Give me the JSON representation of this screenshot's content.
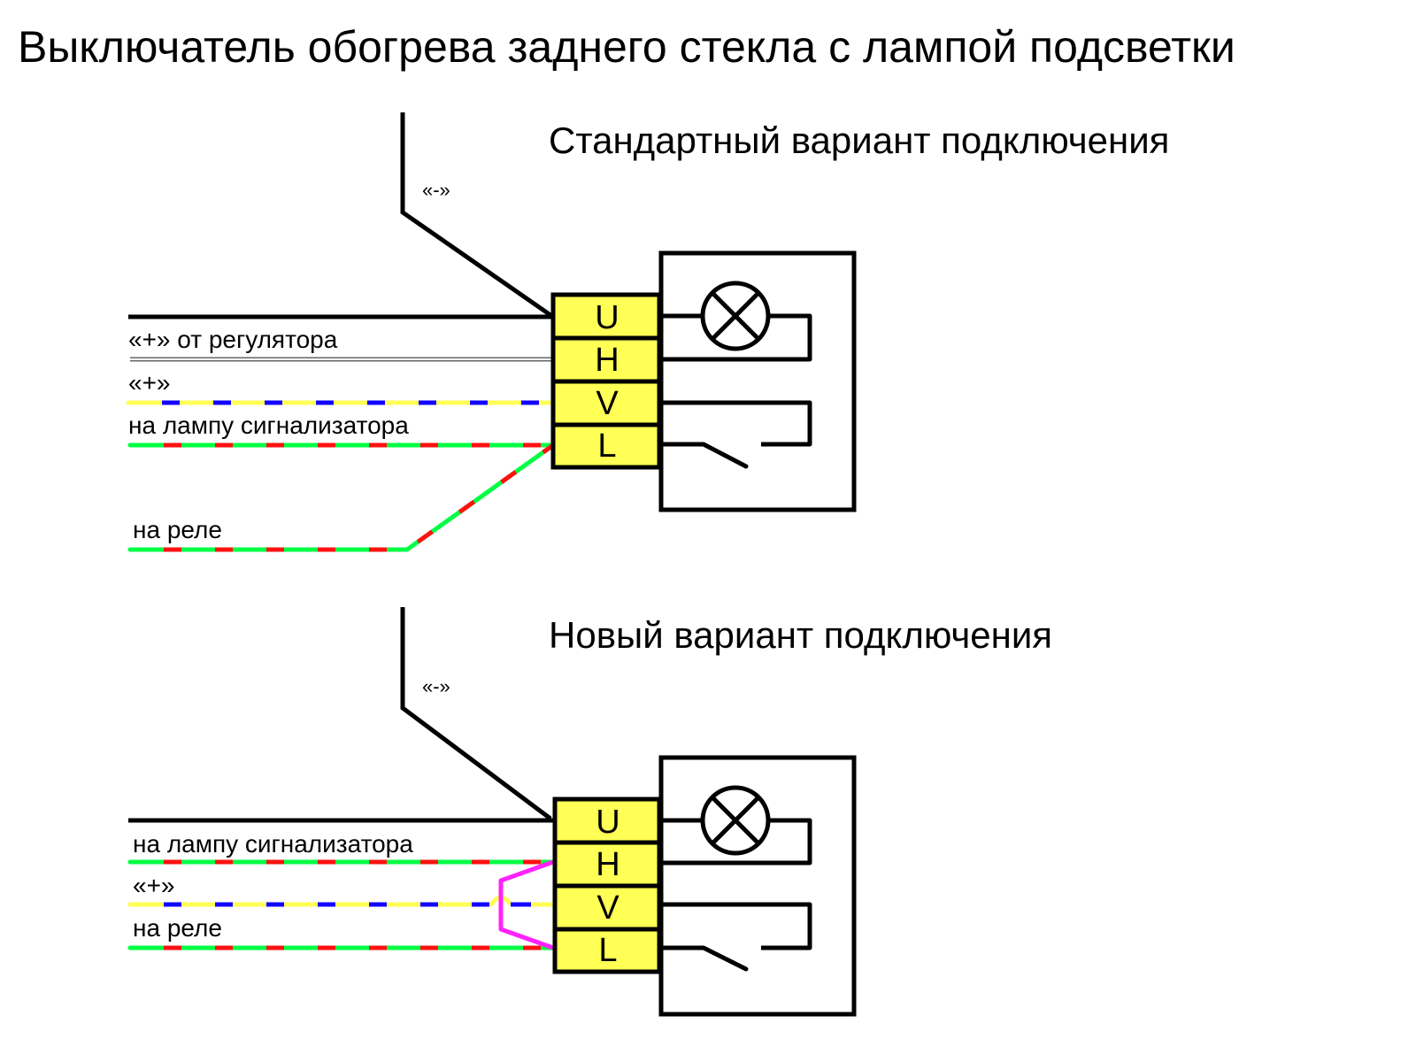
{
  "title": "Выключатель обогрева заднего стекла с лампой подсветки",
  "colors": {
    "wire_black": "#000000",
    "terminal_fill": "#ffff55",
    "green": "#00ff44",
    "red": "#ff1111",
    "yellow": "#ffff55",
    "blue": "#1100ff",
    "magenta": "#ff22ff",
    "gray_wire": "#888888"
  },
  "diagrams": [
    {
      "heading": "Стандартный вариант подключения",
      "ground_label": "«-»",
      "terminals": [
        "U",
        "H",
        "V",
        "L"
      ],
      "wires": [
        {
          "label": "«+» от регулятора",
          "terminal": "H",
          "color": "white/gray"
        },
        {
          "label": "«+»",
          "terminal": "V",
          "color": "yellow/blue"
        },
        {
          "label": "на лампу сигнализатора",
          "terminal": "L",
          "color": "green/red"
        },
        {
          "label": "на реле",
          "terminal": "L",
          "color": "green/red"
        }
      ]
    },
    {
      "heading": "Новый вариант подключения",
      "ground_label": "«-»",
      "terminals": [
        "U",
        "H",
        "V",
        "L"
      ],
      "wires": [
        {
          "label": "на лампу сигнализатора",
          "terminal": "H",
          "color": "green/red"
        },
        {
          "label": "«+»",
          "terminal": "V",
          "color": "yellow/blue"
        },
        {
          "label": "на реле",
          "terminal": "L",
          "color": "green/red"
        }
      ],
      "jumper": {
        "from": "H",
        "to": "L",
        "color": "magenta"
      }
    }
  ]
}
